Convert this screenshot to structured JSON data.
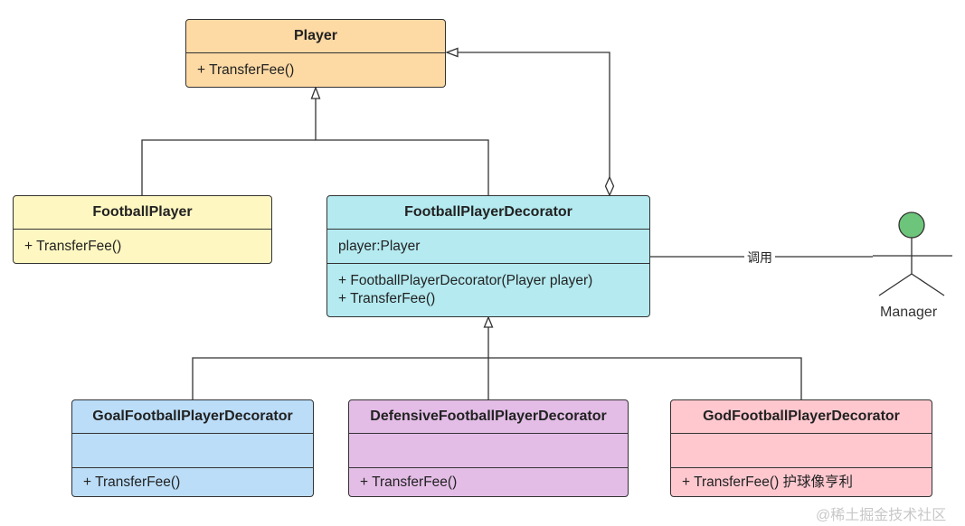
{
  "colors": {
    "player": "#fdd9a4",
    "football_player": "#fff7c2",
    "decorator": "#b4eaf0",
    "goal": "#bbddf8",
    "defensive": "#e3bde6",
    "god": "#ffc8cf",
    "actor_head": "#6cc57a",
    "line": "#333333"
  },
  "classes": {
    "player": {
      "name": "Player",
      "methods": [
        "+ TransferFee()"
      ]
    },
    "football_player": {
      "name": "FootballPlayer",
      "methods": [
        "+ TransferFee()"
      ]
    },
    "decorator": {
      "name": "FootballPlayerDecorator",
      "attributes": [
        "player:Player"
      ],
      "methods": [
        "+ FootballPlayerDecorator(Player player)",
        "+ TransferFee()"
      ]
    },
    "goal": {
      "name": "GoalFootballPlayerDecorator",
      "methods": [
        "+ TransferFee()"
      ]
    },
    "defensive": {
      "name": "DefensiveFootballPlayerDecorator",
      "methods": [
        "+ TransferFee()"
      ]
    },
    "god": {
      "name": "GodFootballPlayerDecorator",
      "methods": [
        "+ TransferFee() 护球像亨利"
      ]
    }
  },
  "actor": {
    "name": "Manager",
    "icon": "stick-figure-actor"
  },
  "association_label": "调用",
  "watermark": "@稀土掘金技术社区"
}
